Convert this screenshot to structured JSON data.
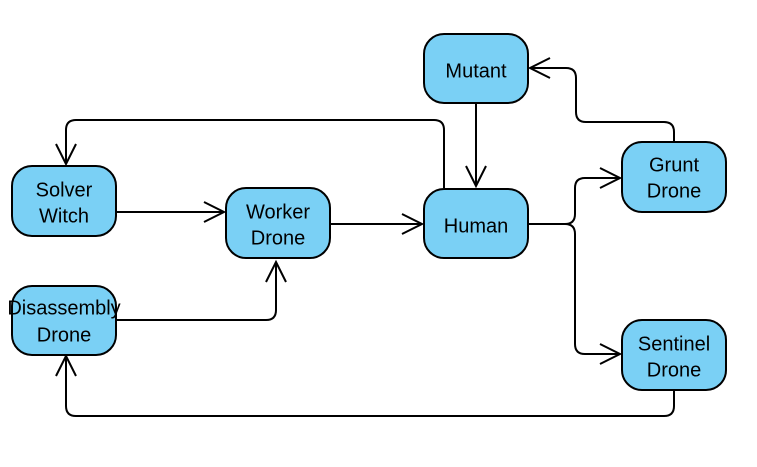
{
  "colors": {
    "node_fill": "#7ad0f5",
    "stroke": "#000000",
    "background": "#ffffff"
  },
  "nodes": {
    "mutant": {
      "label": [
        "Mutant"
      ]
    },
    "solver_witch": {
      "label": [
        "Solver",
        "Witch"
      ]
    },
    "worker_drone": {
      "label": [
        "Worker",
        "Drone"
      ]
    },
    "human": {
      "label": [
        "Human"
      ]
    },
    "grunt_drone": {
      "label": [
        "Grunt",
        "Drone"
      ]
    },
    "disassembly_drone": {
      "label": [
        "Disassembly",
        "Drone"
      ]
    },
    "sentinel_drone": {
      "label": [
        "Sentinel",
        "Drone"
      ]
    }
  },
  "edges": [
    {
      "from": "solver_witch",
      "to": "worker_drone"
    },
    {
      "from": "disassembly_drone",
      "to": "worker_drone"
    },
    {
      "from": "worker_drone",
      "to": "human"
    },
    {
      "from": "mutant",
      "to": "human"
    },
    {
      "from": "human",
      "to": "solver_witch"
    },
    {
      "from": "human",
      "to": "grunt_drone"
    },
    {
      "from": "human",
      "to": "sentinel_drone"
    },
    {
      "from": "grunt_drone",
      "to": "mutant"
    },
    {
      "from": "sentinel_drone",
      "to": "disassembly_drone"
    }
  ]
}
